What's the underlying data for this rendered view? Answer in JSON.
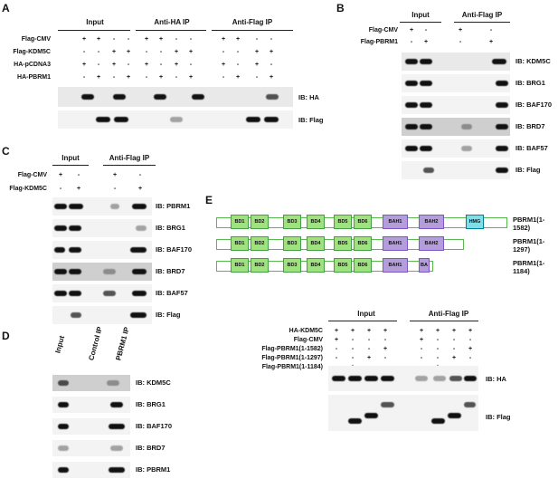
{
  "panelA": {
    "label": "A",
    "groups": [
      "Input",
      "Anti-HA IP",
      "Anti-Flag IP"
    ],
    "rows": [
      {
        "label": "Flag-CMV",
        "values": [
          "+",
          "+",
          "-",
          "-",
          "+",
          "+",
          "-",
          "-",
          "+",
          "+",
          "-",
          "-"
        ]
      },
      {
        "label": "Flag-KDM5C",
        "values": [
          "-",
          "-",
          "+",
          "+",
          "-",
          "-",
          "+",
          "+",
          "-",
          "-",
          "+",
          "+"
        ]
      },
      {
        "label": "HA-pCDNA3",
        "values": [
          "+",
          "-",
          "+",
          "-",
          "+",
          "-",
          "+",
          "-",
          "+",
          "-",
          "+",
          "-"
        ]
      },
      {
        "label": "HA-PBRM1",
        "values": [
          "-",
          "+",
          "-",
          "+",
          "-",
          "+",
          "-",
          "+",
          "-",
          "+",
          "-",
          "+"
        ]
      }
    ],
    "blots": [
      "IB: HA",
      "IB: Flag"
    ]
  },
  "panelB": {
    "label": "B",
    "groups": [
      "Input",
      "Anti-Flag IP"
    ],
    "rows": [
      {
        "label": "Flag-CMV",
        "values": [
          "+",
          "-",
          "+",
          "-"
        ]
      },
      {
        "label": "Flag-PBRM1",
        "values": [
          "-",
          "+",
          "-",
          "+"
        ]
      }
    ],
    "blots": [
      "IB: KDM5C",
      "IB: BRG1",
      "IB: BAF170",
      "IB: BRD7",
      "IB: BAF57",
      "IB: Flag"
    ]
  },
  "panelC": {
    "label": "C",
    "groups": [
      "Input",
      "Anti-Flag IP"
    ],
    "rows": [
      {
        "label": "Flag-CMV",
        "values": [
          "+",
          "-",
          "+",
          "-"
        ]
      },
      {
        "label": "Flag-KDM5C",
        "values": [
          "-",
          "+",
          "-",
          "+"
        ]
      }
    ],
    "blots": [
      "IB: PBRM1",
      "IB: BRG1",
      "IB: BAF170",
      "IB: BRD7",
      "IB: BAF57",
      "IB: Flag"
    ]
  },
  "panelD": {
    "label": "D",
    "lanes": [
      "Input",
      "Control IP",
      "PBRM1 IP"
    ],
    "blots": [
      "IB: KDM5C",
      "IB: BRG1",
      "IB: BAF170",
      "IB: BRD7",
      "IB: PBRM1"
    ]
  },
  "panelE": {
    "label": "E",
    "constructs": [
      {
        "name": "PBRM1(1-1582)",
        "domains": [
          "BD1",
          "BD2",
          "BD3",
          "BD4",
          "BD5",
          "BD6",
          "BAH1",
          "BAH2",
          "HMG"
        ]
      },
      {
        "name": "PBRM1(1-1297)",
        "domains": [
          "BD1",
          "BD2",
          "BD3",
          "BD4",
          "BD5",
          "BD6",
          "BAH1",
          "BAH2"
        ]
      },
      {
        "name": "PBRM1(1-1184)",
        "domains": [
          "BD1",
          "BD2",
          "BD3",
          "BD4",
          "BD5",
          "BD6",
          "BAH1",
          "BA"
        ]
      }
    ],
    "groups": [
      "Input",
      "Anti-Flag IP"
    ],
    "rows": [
      {
        "label": "HA-KDM5C",
        "values": [
          "+",
          "+",
          "+",
          "+",
          "+",
          "+",
          "+",
          "+"
        ]
      },
      {
        "label": "Flag-CMV",
        "values": [
          "+",
          "-",
          "-",
          "-",
          "+",
          "-",
          "-",
          "-"
        ]
      },
      {
        "label": "Flag-PBRM1(1-1582)",
        "values": [
          "-",
          "-",
          "-",
          "+",
          "-",
          "-",
          "-",
          "+"
        ]
      },
      {
        "label": "Flag-PBRM1(1-1297)",
        "values": [
          "-",
          "-",
          "+",
          "-",
          "-",
          "-",
          "+",
          "-"
        ]
      },
      {
        "label": "Flag-PBRM1(1-1184)",
        "values": [
          "-",
          "+",
          "-",
          "-",
          "-",
          "+",
          "-",
          "-"
        ]
      }
    ],
    "blots": [
      "IB: HA",
      "IB: Flag"
    ]
  }
}
